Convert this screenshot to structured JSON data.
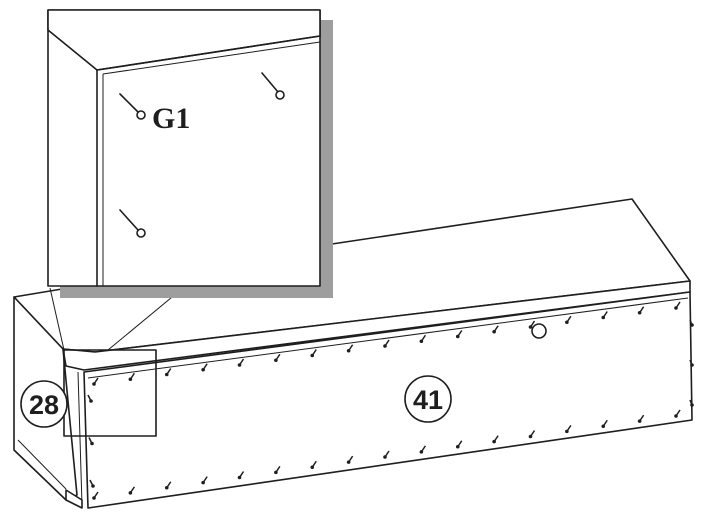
{
  "labels": {
    "detail_part": "G1",
    "panel_side": "28",
    "panel_back": "41"
  },
  "colors": {
    "stroke": "#1e1e1e",
    "shadow": "#9e9e9e",
    "background": "#ffffff"
  },
  "icons": {
    "fastener": "nail-icon",
    "detail_screw": "screw-icon",
    "hole": "drill-hole-icon"
  }
}
